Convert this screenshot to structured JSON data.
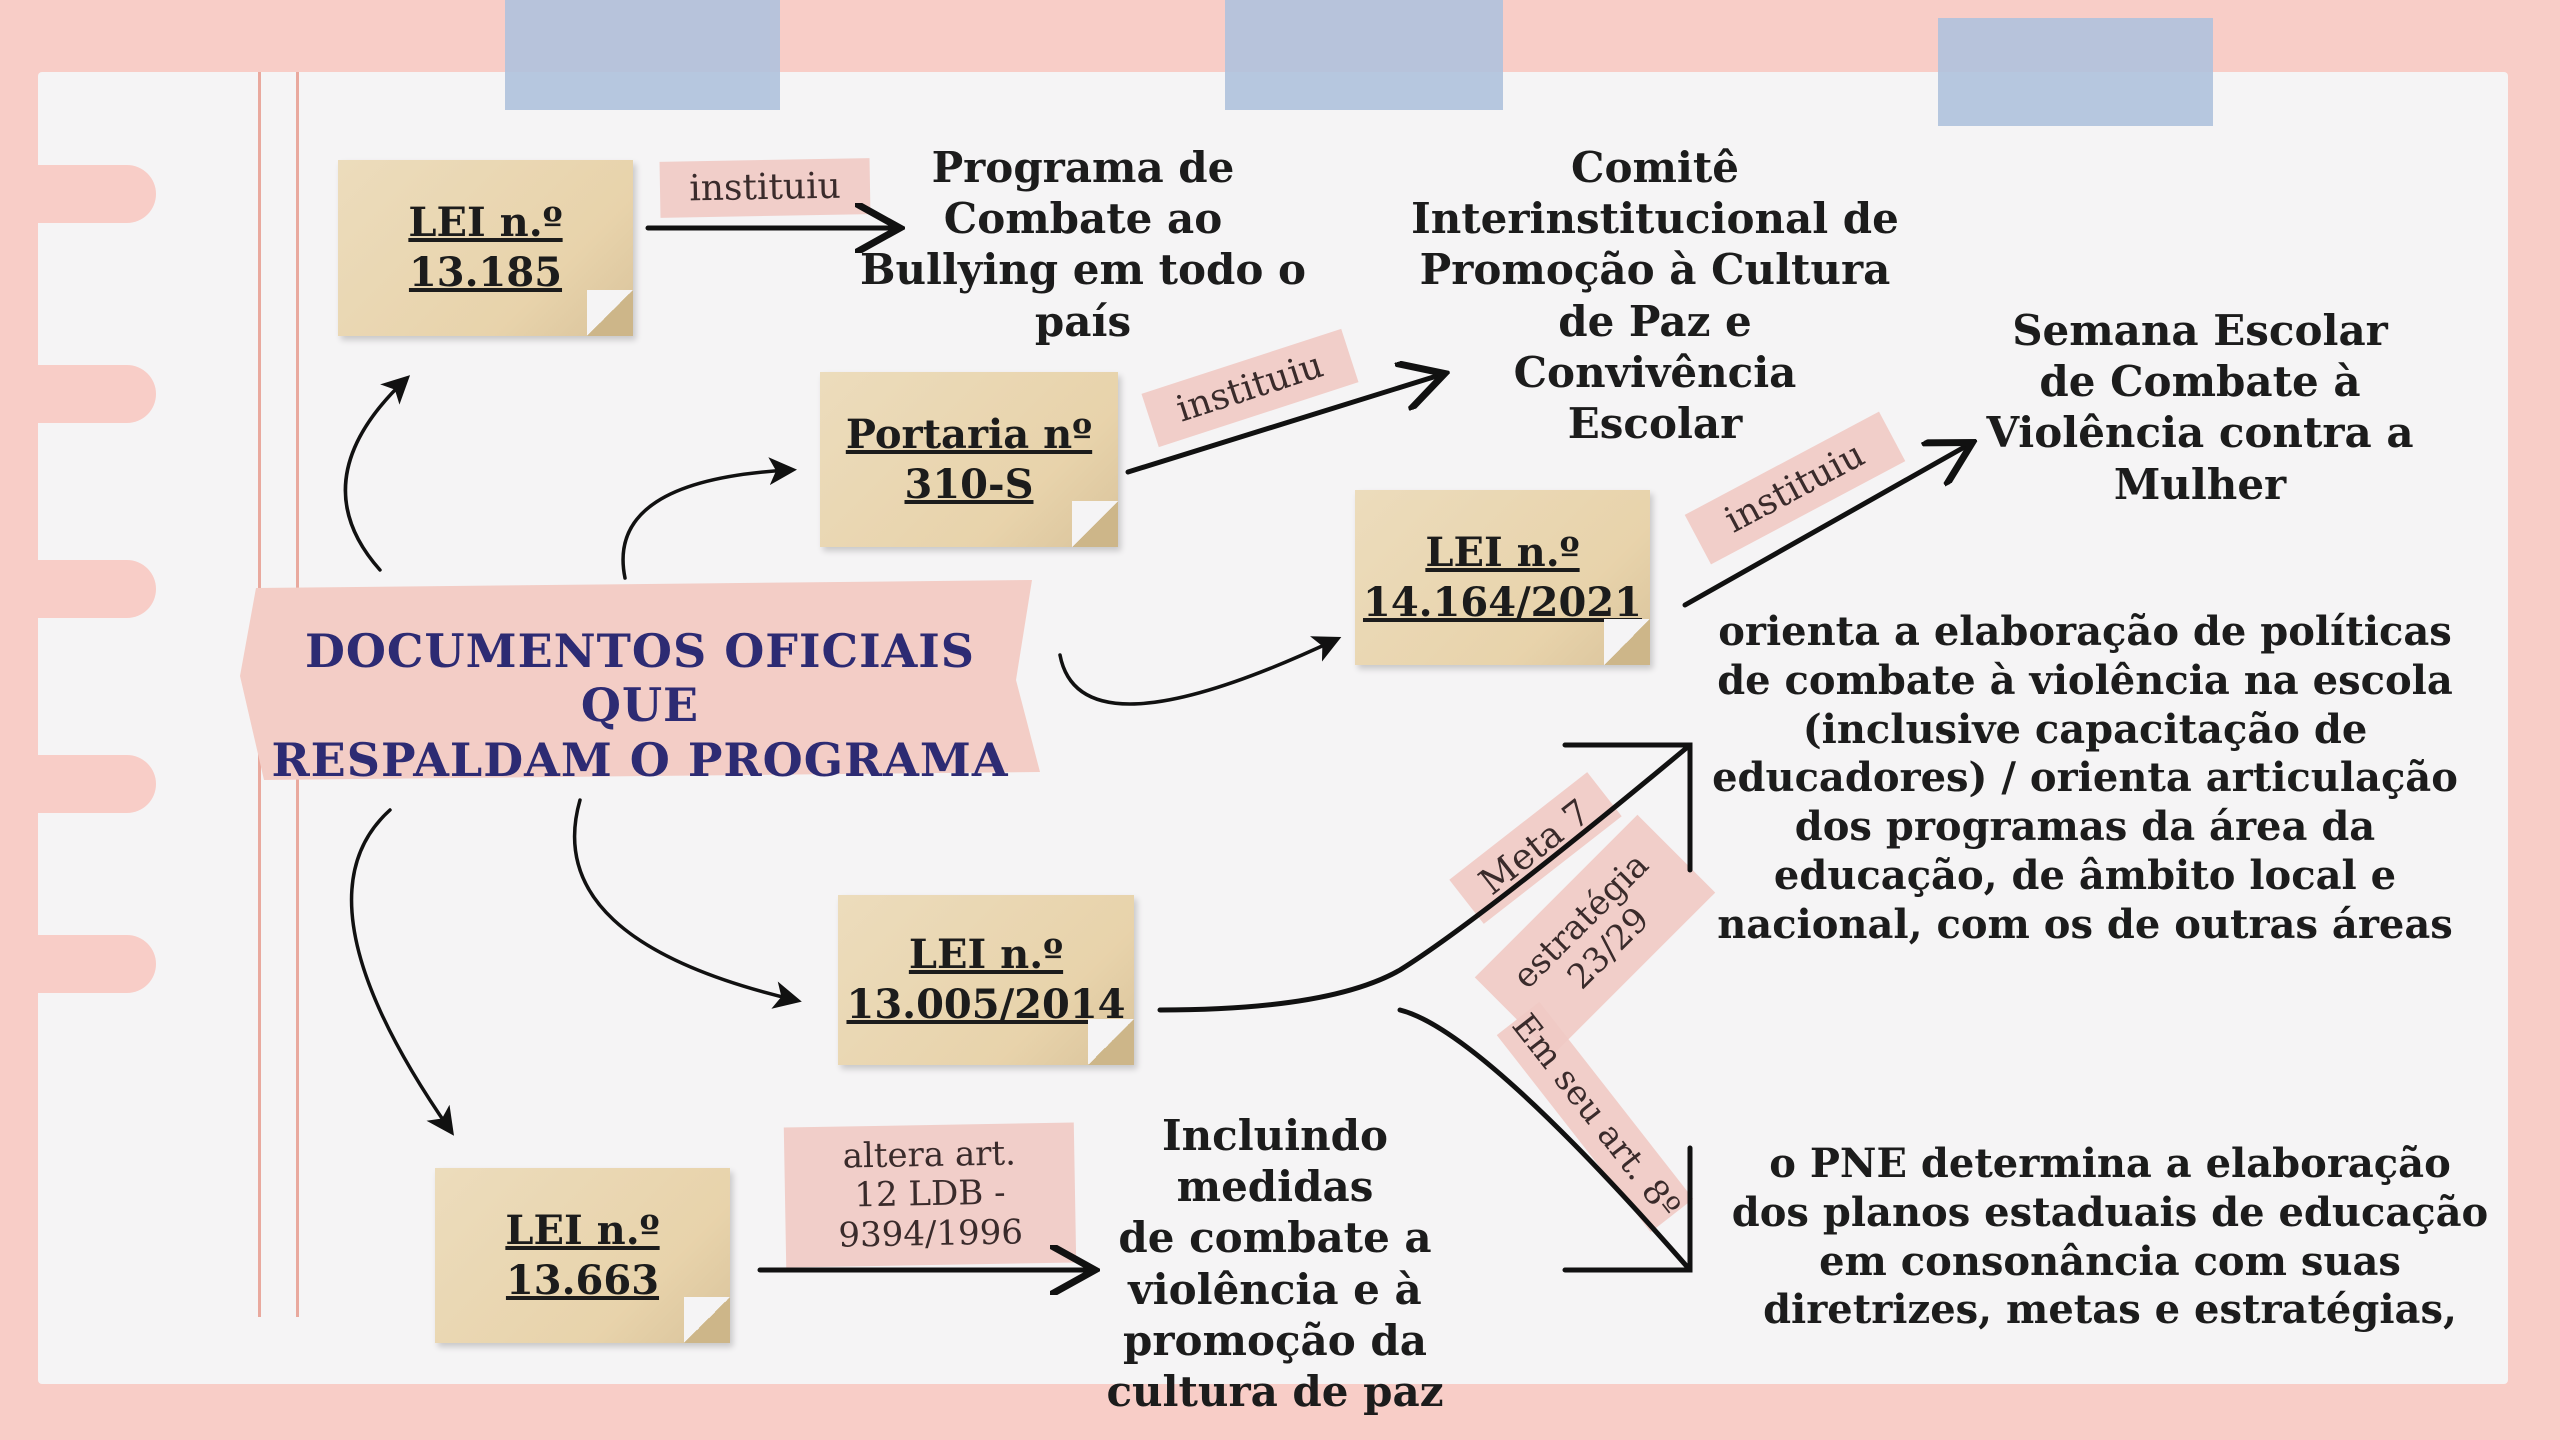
{
  "title": "DOCUMENTOS OFICIAIS QUE\nRESPALDAM O PROGRAMA",
  "notes": {
    "lei13185": "LEI n.º\n13.185",
    "portaria": "Portaria nº\n310-S ",
    "lei14164": "LEI n.º\n14.164/2021",
    "lei13005": "LEI n.º\n13.005/2014",
    "lei13663": "LEI n.º\n13.663"
  },
  "tapes": {
    "instituiu1": "instituiu",
    "instituiu2": "instituiu",
    "instituiu3": "instituiu",
    "altera": "altera art.\n12 LDB -\n9394/1996",
    "meta7": "Meta 7",
    "estrategia": "estratégia\n23/29",
    "art8": "Em seu art. 8º"
  },
  "texts": {
    "programa": "Programa de\nCombate ao\nBullying em todo o\npaís",
    "comite": "Comitê\nInterinstitucional de\nPromoção à Cultura\nde Paz e Convivência\nEscolar",
    "semana": "Semana Escolar\nde Combate à\nViolência contra a\nMulher",
    "orienta": "orienta a elaboração de políticas\nde combate à violência na escola\n(inclusive  capacitação de\neducadores) / orienta articulação\ndos programas da área da\neducação, de âmbito local e\nnacional, com os de outras áreas",
    "pne": "o PNE determina a elaboração\ndos planos estaduais de educação\nem consonância com suas\ndiretrizes, metas e estratégias,",
    "incluindo": "Incluindo medidas\nde combate a\nviolência e à\npromoção da\ncultura de paz"
  },
  "colors": {
    "background": "#f8cdc7",
    "paper": "#f5f4f5",
    "title": "#2d2b73",
    "note": "#e8d3ab",
    "tab": "#afc2dd"
  }
}
